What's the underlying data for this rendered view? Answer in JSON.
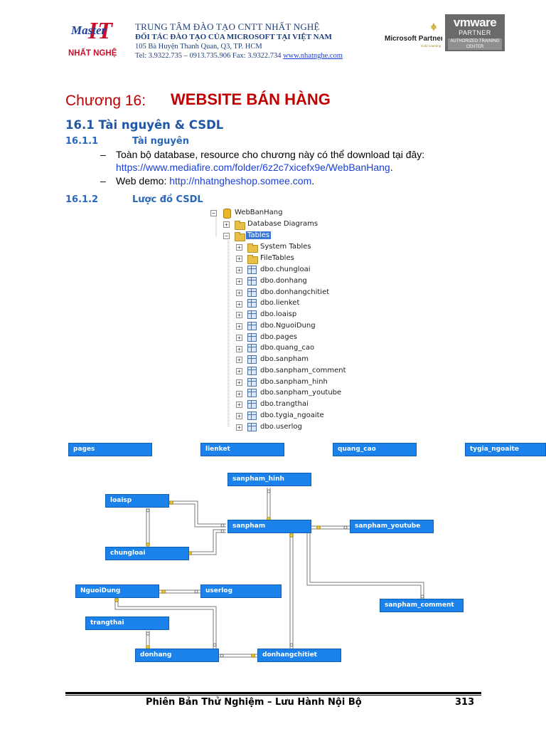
{
  "header": {
    "logo_top": "Master",
    "logo_mid": "IT",
    "logo_bottom": "NHẤT NGHỆ",
    "line1": "TRUNG TÂM ĐÀO TẠO CNTT NHẤT NGHỆ",
    "line2": "ĐỐI TÁC ĐÀO TẠO CỦA MICROSOFT TẠI VIỆT NAM",
    "line3": "105 Bà Huyện Thanh Quan, Q3, TP. HCM",
    "line4_prefix": "Tel: 3.9322.735 – 0913.735.906 Fax: 3.9322.734 ",
    "line4_link": "www.nhatnghe.com",
    "ms_partner": "Microsoft Partner",
    "ms_sub": "Gold Learning",
    "vmware_brand": "vmware",
    "vmware_partner": "PARTNER",
    "vmware_auth": "AUTHORIZED TRAINING CENTER"
  },
  "chapter": {
    "label": "Chương 16:",
    "title": "WEBSITE BÁN HÀNG"
  },
  "section": {
    "heading": "16.1 Tài nguyên & CSDL",
    "sub1_num": "16.1.1",
    "sub1_title": "Tài nguyên",
    "bullet1_text": "Toàn bộ database, resource cho chương này có thể download tại đây:",
    "bullet1_link": "https://www.mediafire.com/folder/6z2c7xicefx9e/WebBanHang",
    "bullet1_end": ".",
    "bullet2_prefix": "Web demo: ",
    "bullet2_link": "http://nhatngheshop.somee.com",
    "bullet2_end": ".",
    "sub2_num": "16.1.2",
    "sub2_title": "Lược đồ CSDL"
  },
  "tree": {
    "root": "WebBanHang",
    "diagrams": "Database Diagrams",
    "tables": "Tables",
    "system_tables": "System Tables",
    "file_tables": "FileTables",
    "items": [
      "dbo.chungloai",
      "dbo.donhang",
      "dbo.donhangchitiet",
      "dbo.lienket",
      "dbo.loaisp",
      "dbo.NguoiDung",
      "dbo.pages",
      "dbo.quang_cao",
      "dbo.sanpham",
      "dbo.sanpham_comment",
      "dbo.sanpham_hinh",
      "dbo.sanpham_youtube",
      "dbo.trangthai",
      "dbo.tygia_ngoaite",
      "dbo.userlog"
    ]
  },
  "diagram": {
    "pages": "pages",
    "lienket": "lienket",
    "quang_cao": "quang_cao",
    "tygia_ngoaite": "tygia_ngoaite",
    "sanpham_hinh": "sanpham_hinh",
    "loaisp": "loaisp",
    "sanpham": "sanpham",
    "sanpham_youtube": "sanpham_youtube",
    "chungloai": "chungloai",
    "NguoiDung": "NguoiDung",
    "userlog": "userlog",
    "sanpham_comment": "sanpham_comment",
    "trangthai": "trangthai",
    "donhang": "donhang",
    "donhangchitiet": "donhangchitiet"
  },
  "footer": {
    "text": "Phiên Bản Thử Nghiệm – Lưu Hành Nội Bộ",
    "page": "313"
  },
  "colors": {
    "chapter": "#c00000",
    "heading": "#1f56a6",
    "link": "#1a3fd6",
    "table_box": "#1a82ea"
  }
}
